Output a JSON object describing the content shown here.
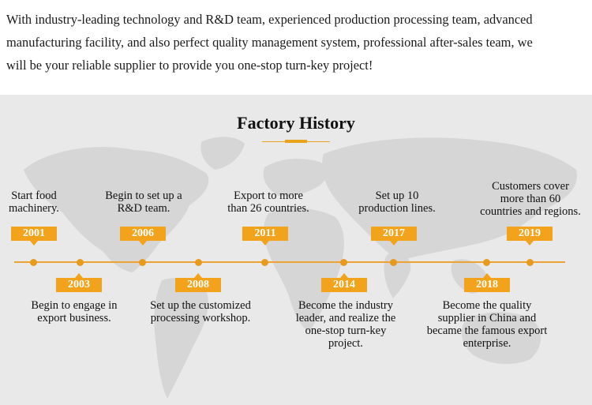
{
  "intro": {
    "line1": "With industry-leading technology and R&D team, experienced production processing team, advanced",
    "line2": "manufacturing facility, and also perfect quality management system, professional after-sales team, we",
    "line3": "will be your reliable supplier to provide you one-stop turn-key project!"
  },
  "title": "Factory History",
  "colors": {
    "accent": "#f2a31b",
    "line": "#eba335",
    "background": "#e9e9e9"
  },
  "timeline": [
    {
      "year": "2001",
      "lines": [
        "Start food",
        "machinery."
      ]
    },
    {
      "year": "2003",
      "lines": [
        "Begin to engage in",
        "export business."
      ]
    },
    {
      "year": "2006",
      "lines": [
        "Begin to set up a",
        "R&D team."
      ]
    },
    {
      "year": "2008",
      "lines": [
        "Set up the customized",
        "processing workshop."
      ]
    },
    {
      "year": "2011",
      "lines": [
        "Export to more",
        "than 26 countries."
      ]
    },
    {
      "year": "2014",
      "lines": [
        "Become the industry",
        "leader, and realize the",
        "one-stop turn-key",
        "project."
      ]
    },
    {
      "year": "2017",
      "lines": [
        "Set up 10",
        "production lines."
      ]
    },
    {
      "year": "2018",
      "lines": [
        "Become the quality",
        "supplier in China and",
        "became the famous export",
        "enterprise."
      ]
    },
    {
      "year": "2019",
      "lines": [
        "Customers cover",
        "more than 60",
        "countries and regions."
      ]
    }
  ]
}
